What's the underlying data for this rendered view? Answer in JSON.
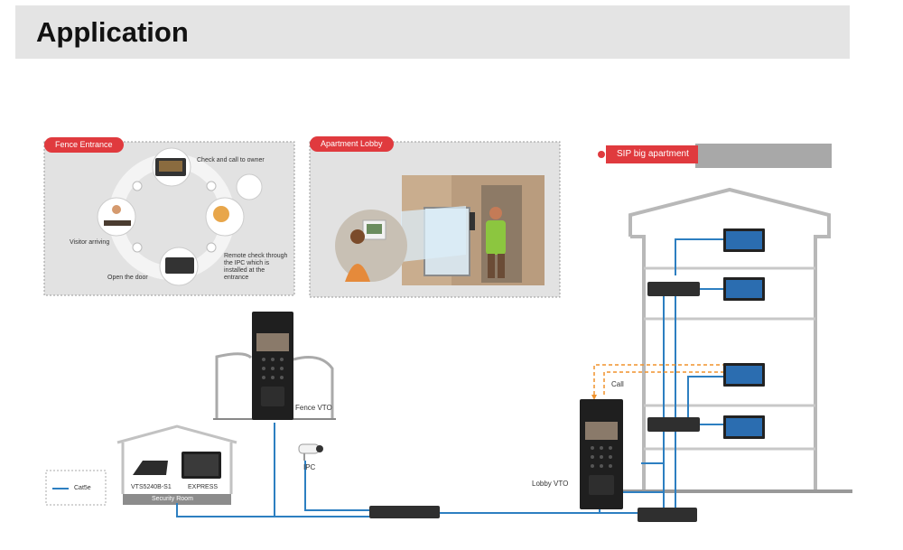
{
  "title": "Application",
  "panels": {
    "fence_entrance": {
      "tag": "Fence Entrance",
      "steps": [
        "Check and call to owner",
        "Visitor arriving",
        "Open the door",
        "Remote check through the IPC which is installed at the entrance"
      ]
    },
    "apartment_lobby": {
      "tag": "Apartment Lobby"
    },
    "sip": {
      "tag": "SIP big apartment"
    }
  },
  "devices": {
    "fence_vto": "Fence VTO",
    "ipc": "IPC",
    "lobby_vto": "Lobby VTO",
    "vts": "VTS5240B-S1",
    "express": "EXPRESS",
    "security_room": "Security Room",
    "call": "Call",
    "legend_cable": "Cat5e"
  },
  "colors": {
    "accent": "#e03a3e",
    "cable": "#2d7fc1",
    "call": "#f0922b",
    "panel_bg": "#e2e2e2"
  }
}
